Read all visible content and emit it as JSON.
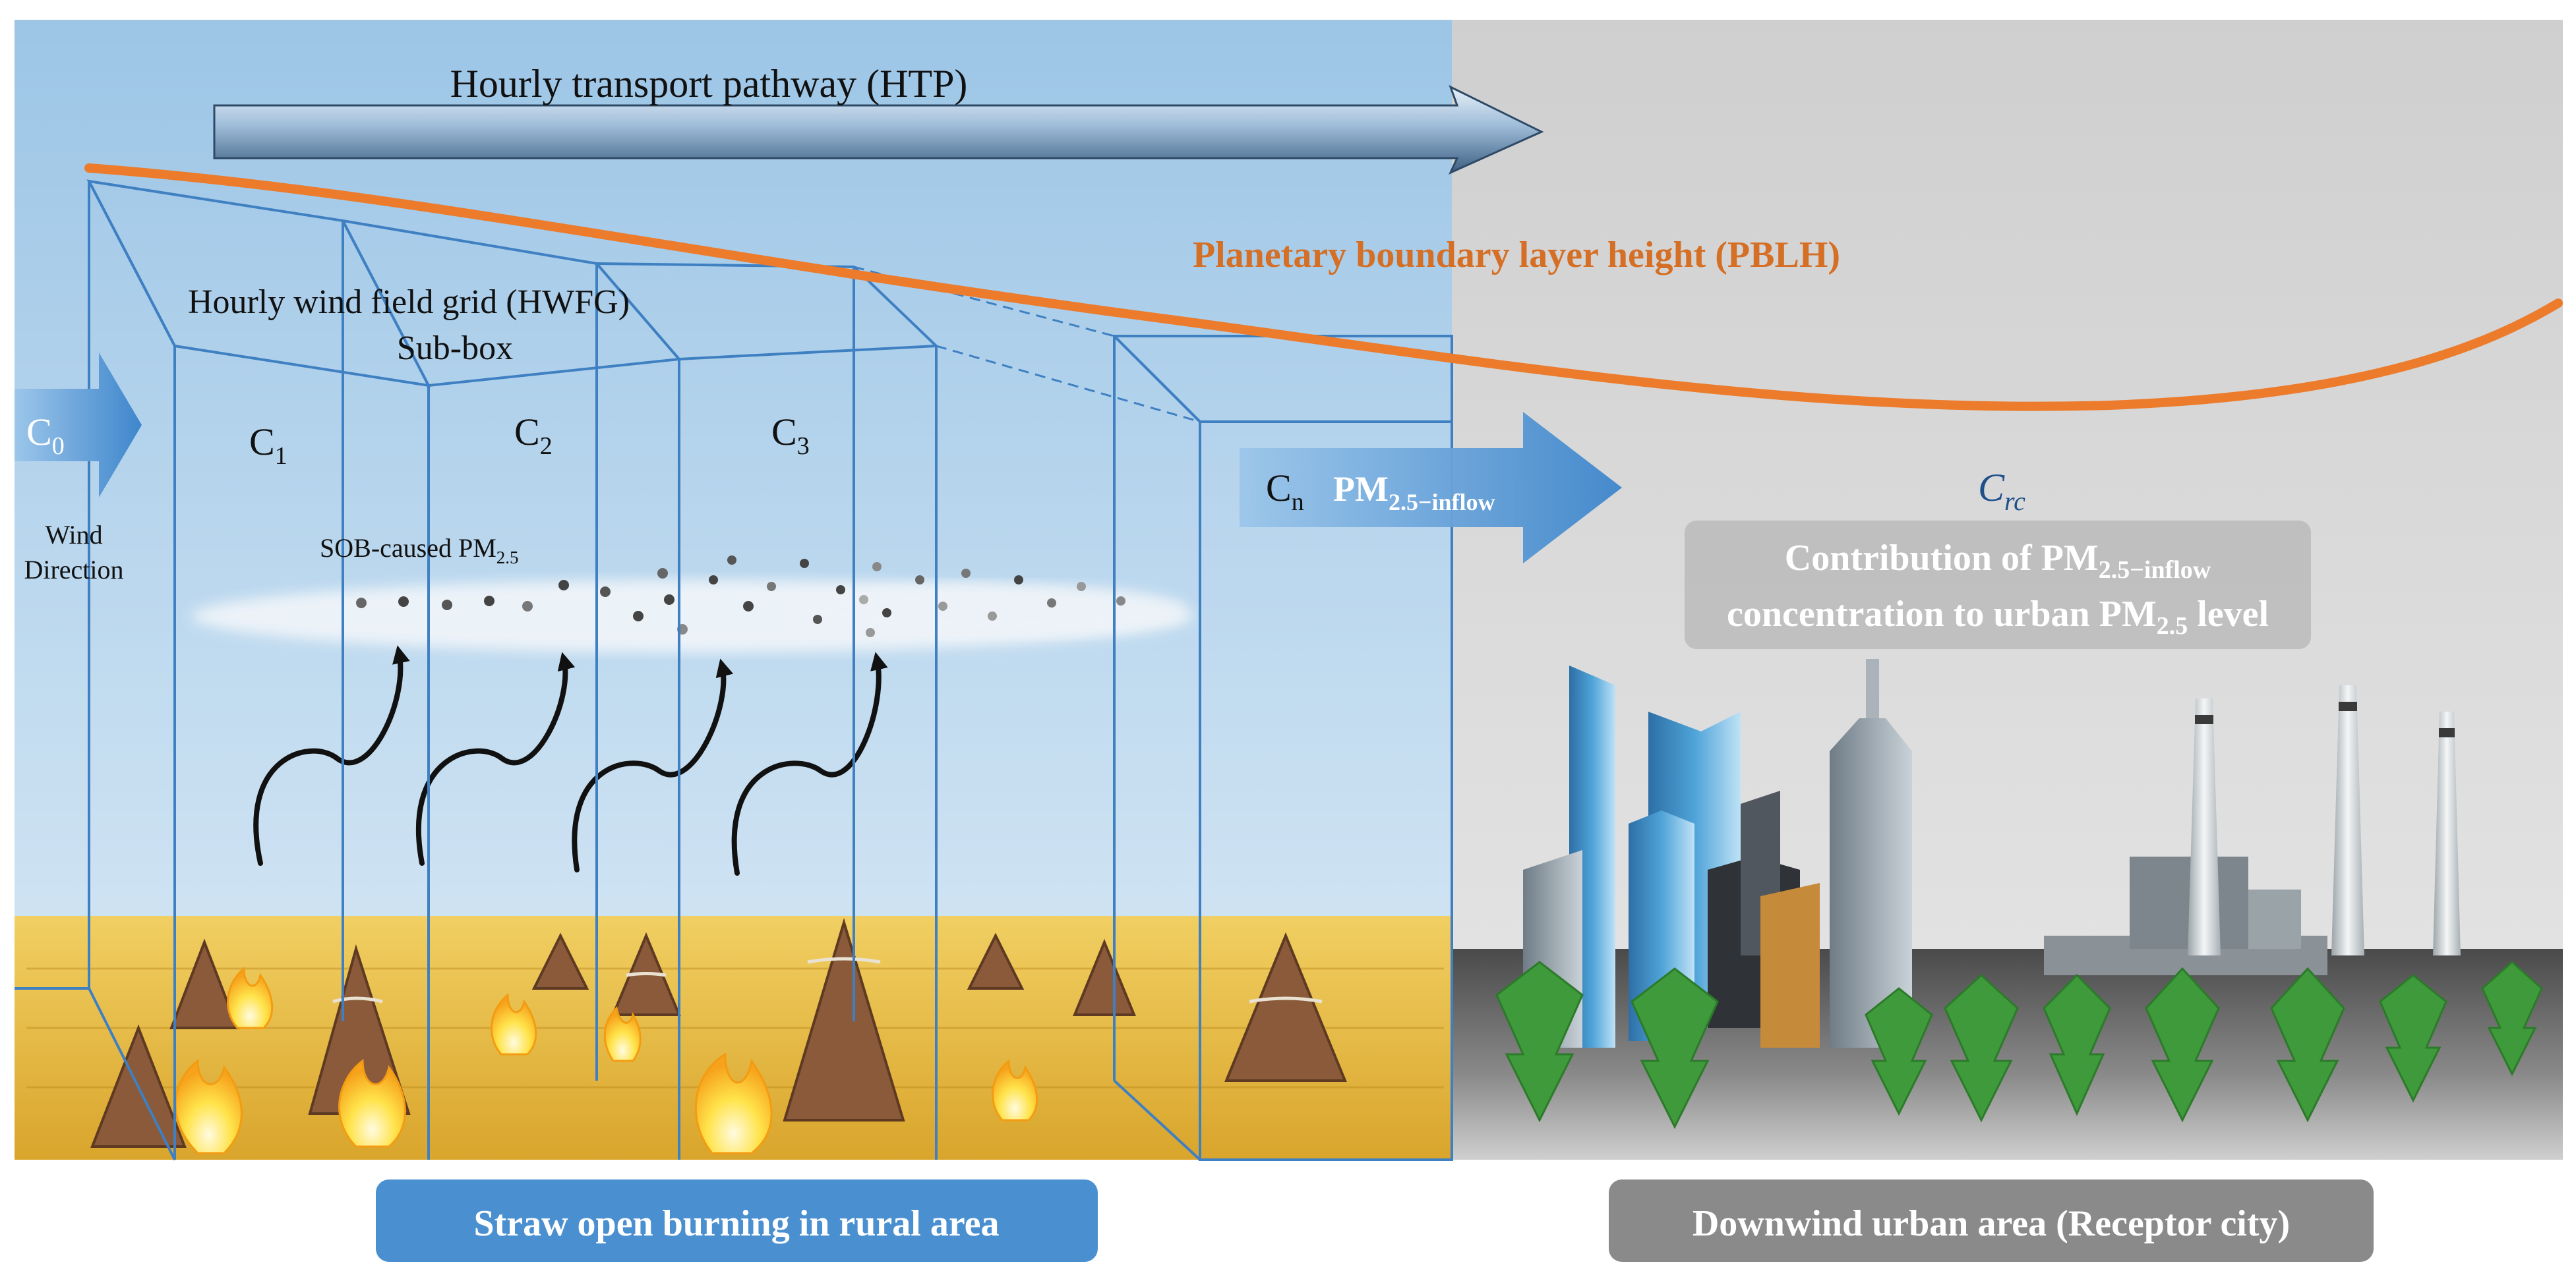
{
  "htp": {
    "label": "Hourly transport pathway (HTP)"
  },
  "pblh": {
    "label": "Planetary boundary layer height (PBLH)"
  },
  "hwfg": {
    "label": "Hourly wind field grid (HWFG)",
    "subbox": "Sub-box"
  },
  "wind": {
    "line1": "Wind",
    "line2": "Direction"
  },
  "cells": {
    "c0": {
      "main": "C",
      "sub": "0"
    },
    "c1": {
      "main": "C",
      "sub": "1"
    },
    "c2": {
      "main": "C",
      "sub": "2"
    },
    "c3": {
      "main": "C",
      "sub": "3"
    },
    "cn": {
      "main": "C",
      "sub": "n"
    },
    "crc": {
      "main": "C",
      "sub": "rc"
    }
  },
  "inflow": {
    "main": "PM",
    "sub": "2.5−inflow"
  },
  "sob": {
    "main": "SOB-caused PM",
    "sub": "2.5"
  },
  "contribution": {
    "l1_pre": "Contribution of PM",
    "l1_sub": "2.5−inflow",
    "l2_pre": "concentration to urban PM",
    "l2_sub": "2.5",
    "l2_post": " level"
  },
  "rural_label": "Straw open burning in rural area",
  "urban_label": "Downwind urban area (Receptor city)",
  "colors": {
    "sky_top": "#9cc5e6",
    "sky_bottom": "#dbe9f5",
    "urban_bg": "#d4d4d4",
    "pblh_line": "#ec7b2c",
    "pblh_text": "#d56f25",
    "box_edge": "#3f80c2",
    "rural_badge": "#4a90d0",
    "urban_badge": "#8a8a8a",
    "field": "#e3b43c"
  }
}
